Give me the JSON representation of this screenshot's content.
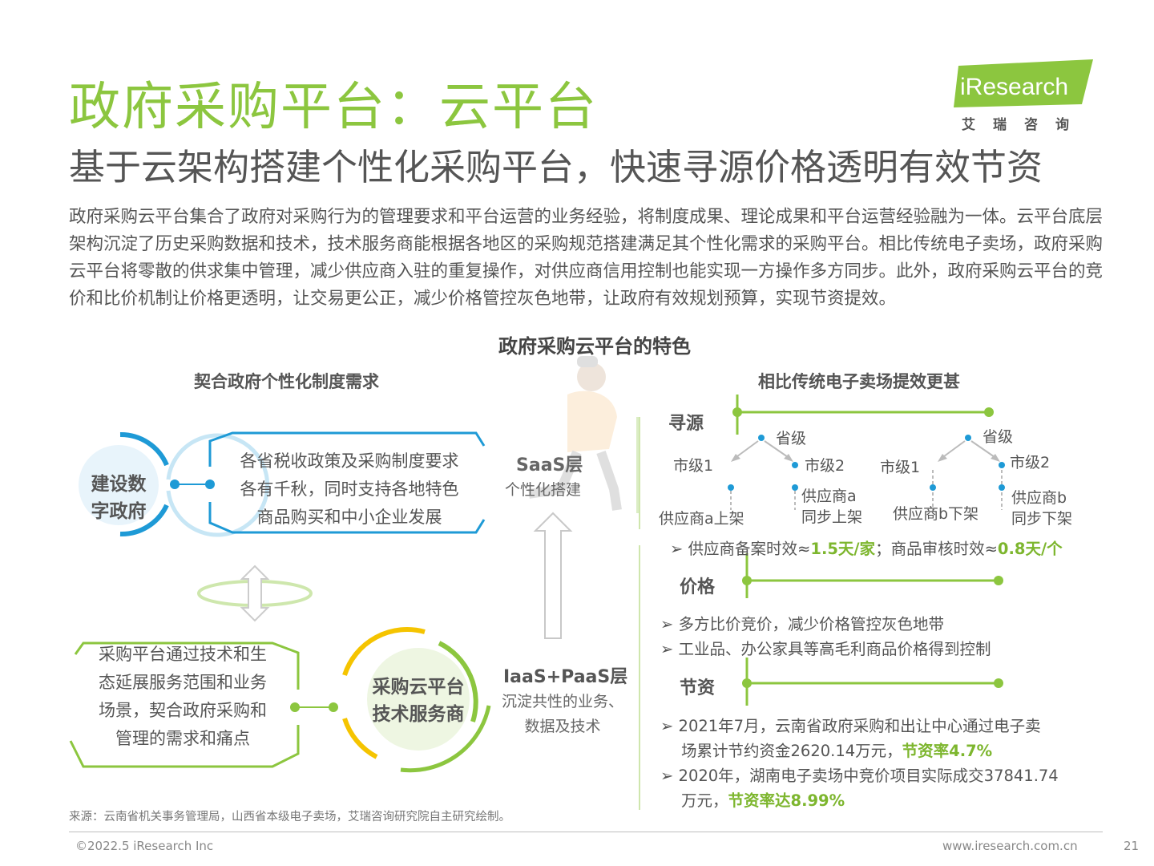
{
  "header": {
    "title": "政府采购平台：云平台",
    "subtitle": "基于云架构搭建个性化采购平台，快速寻源价格透明有效节资",
    "logo_text": "iResearch",
    "logo_cn": "艾瑞咨询"
  },
  "intro": "政府采购云平台集合了政府对采购行为的管理要求和平台运营的业务经验，将制度成果、理论成果和平台运营经验融为一体。云平台底层架构沉淀了历史采购数据和技术，技术服务商能根据各地区的采购规范搭建满足其个性化需求的采购平台。相比传统电子卖场，政府采购云平台将零散的供求集中管理，减少供应商入驻的重复操作，对供应商信用控制也能实现一方操作多方同步。此外，政府采购云平台的竞价和比价机制让价格更透明，让交易更公正，减少价格管控灰色地带，让政府有效规划预算，实现节资提效。",
  "diagram": {
    "title": "政府采购云平台的特色",
    "left": {
      "title": "契合政府个性化制度需求",
      "top_circle": [
        "建设数",
        "字政府"
      ],
      "top_text": [
        "各省税收政策及采购制度要求",
        "各有千秋，同时支持各地特色",
        "商品购买和中小企业发展"
      ],
      "bottom_circle": [
        "采购云平台",
        "技术服务商"
      ],
      "bottom_text": [
        "采购平台通过技术和生",
        "态延展服务范围和业务",
        "场景，契合政府采购和",
        "管理的需求和痛点"
      ]
    },
    "middle": {
      "saas_title": "SaaS层",
      "saas_desc": "个性化搭建",
      "iaas_title": "IaaS+PaaS层",
      "iaas_desc": [
        "沉淀共性的业务、",
        "数据及技术"
      ]
    },
    "right": {
      "title": "相比传统电子卖场提效更甚",
      "sourcing": {
        "label": "寻源",
        "tree_a": {
          "top": "省级",
          "left": "市级1",
          "right": "市级2",
          "bottom_left": "供应商a上架",
          "bottom_right": [
            "供应商a",
            "同步上架"
          ]
        },
        "tree_b": {
          "top": "省级",
          "left": "市级1",
          "right": "市级2",
          "bottom_left": "供应商b下架",
          "bottom_right": [
            "供应商b",
            "同步下架"
          ]
        },
        "note_prefix": "供应商备案时效≈",
        "note_v1": "1.5天/家",
        "note_mid": "；商品审核时效≈",
        "note_v2": "0.8天/个"
      },
      "price": {
        "label": "价格",
        "items": [
          "多方比价竞价，减少价格管控灰色地带",
          "工业品、办公家具等高毛利商品价格得到控制"
        ]
      },
      "saving": {
        "label": "节资",
        "item1_a": "2021年7月，云南省政府采购和出让中心通过电子卖",
        "item1_b": "场累计节约资金2620.14万元，",
        "item1_hl": "节资率4.7%",
        "item2_a": "2020年，湖南电子卖场中竞价项目实际成交37841.74",
        "item2_b": "万元，",
        "item2_hl": "节资率达8.99%"
      }
    }
  },
  "source": "来源：云南省机关事务管理局，山西省本级电子卖场，艾瑞咨询研究院自主研究绘制。",
  "footer": {
    "copyright": "©2022.5 iResearch Inc",
    "url": "www.iresearch.com.cn",
    "page": "21"
  },
  "colors": {
    "accent_green": "#8cc63f",
    "blue": "#1e9ad6",
    "yellow": "#f5c400"
  }
}
